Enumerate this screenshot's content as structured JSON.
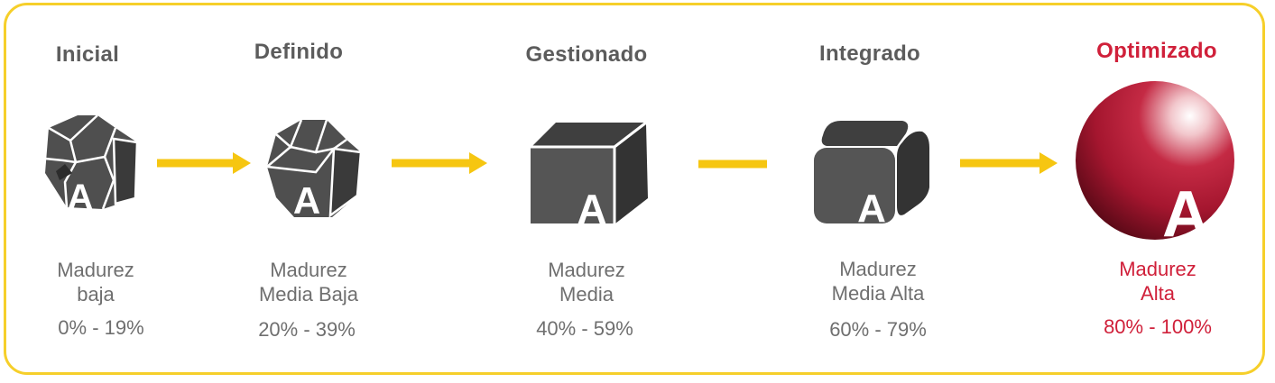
{
  "stages": [
    {
      "title": "Inicial",
      "desc_line1": "Madurez",
      "desc_line2": "baja",
      "range": "0% - 19%"
    },
    {
      "title": "Definido",
      "desc_line1": "Madurez",
      "desc_line2": "Media Baja",
      "range": "20% - 39%"
    },
    {
      "title": "Gestionado",
      "desc_line1": "Madurez",
      "desc_line2": "Media",
      "range": "40% - 59%"
    },
    {
      "title": "Integrado",
      "desc_line1": "Madurez",
      "desc_line2": "Media Alta",
      "range": "60% - 79%"
    },
    {
      "title": "Optimizado",
      "desc_line1": "Madurez",
      "desc_line2": "Alta",
      "range": "80% - 100%"
    }
  ],
  "icon_letter": "A",
  "colors": {
    "border": "#f6cf2a",
    "arrow": "#f6c611",
    "shape": "#4f4f4f",
    "highlight": "#d0203a"
  }
}
